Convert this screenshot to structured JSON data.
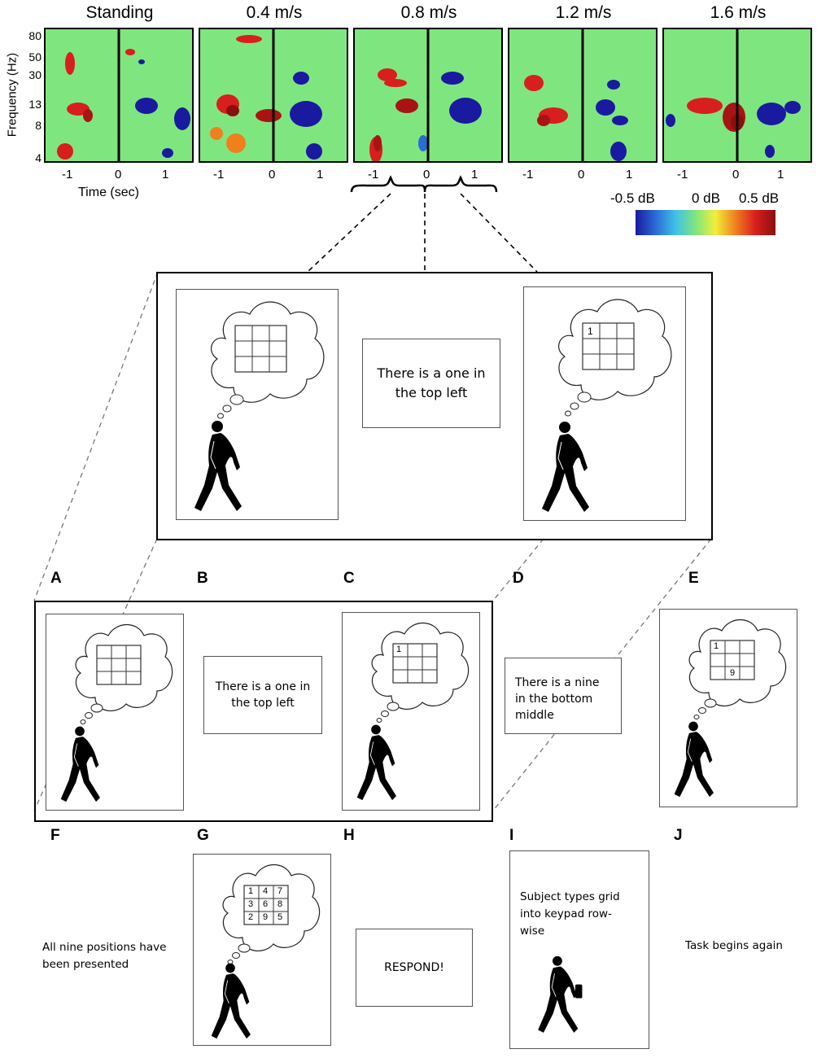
{
  "spectrograms": [
    {
      "title": "Standing"
    },
    {
      "title": "0.4 m/s"
    },
    {
      "title": "0.8 m/s"
    },
    {
      "title": "1.2 m/s"
    },
    {
      "title": "1.6 m/s"
    }
  ],
  "y_axis": {
    "label": "Frequency (Hz)",
    "ticks": [
      "80",
      "50",
      "30",
      "13",
      "8",
      "4"
    ]
  },
  "x_axis": {
    "label": "Time (sec)",
    "ticks": [
      "-1",
      "0",
      "1"
    ]
  },
  "colorbar": {
    "labels": [
      "-0.5 dB",
      "0 dB",
      "0.5 dB"
    ],
    "colors": [
      "#1a1aa0",
      "#2a6bd6",
      "#3fc1e8",
      "#7fe67f",
      "#f2ee3a",
      "#f0801e",
      "#d81e1e",
      "#8c0f0f"
    ]
  },
  "zoom": {
    "grid_empty": [
      "",
      "",
      "",
      "",
      "",
      "",
      "",
      "",
      ""
    ],
    "message": "There is a one in the top left",
    "grid_one": [
      "1",
      "",
      "",
      "",
      "",
      "",
      "",
      "",
      ""
    ]
  },
  "sequence": {
    "letters": [
      "A",
      "B",
      "C",
      "D",
      "E",
      "F",
      "G",
      "H",
      "I",
      "J"
    ],
    "msg_b": "There is a one in the top left",
    "msg_d": "There is a nine in the bottom middle",
    "grid_a": [
      "",
      "",
      "",
      "",
      "",
      "",
      "",
      "",
      ""
    ],
    "grid_c": [
      "1",
      "",
      "",
      "",
      "",
      "",
      "",
      "",
      ""
    ],
    "grid_e": [
      "1",
      "",
      "",
      "",
      "",
      "",
      "",
      "9",
      ""
    ],
    "text_f": "All nine positions have been presented",
    "grid_g": [
      "1",
      "4",
      "7",
      "3",
      "6",
      "8",
      "2",
      "9",
      "5"
    ],
    "msg_h": "RESPOND!",
    "text_i": "Subject types grid into keypad row-wise",
    "text_j": "Task begins again"
  }
}
